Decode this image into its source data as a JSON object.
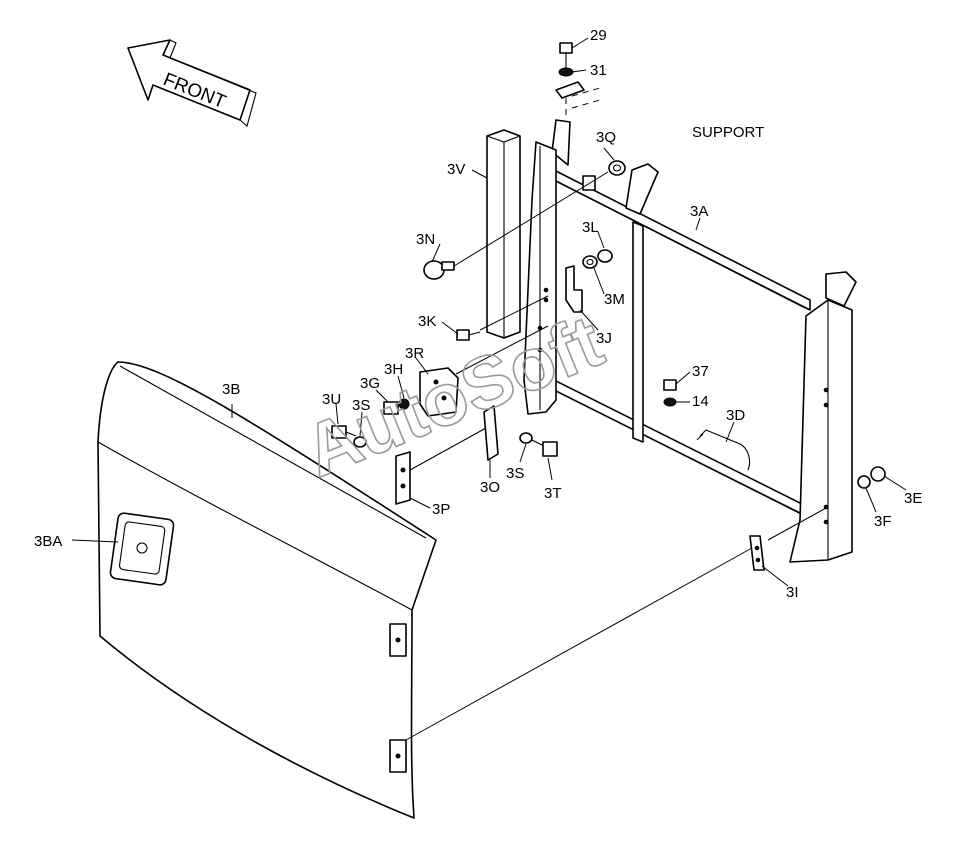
{
  "front_arrow": {
    "text": "FRONT"
  },
  "support_label": "SUPPORT",
  "watermark": "AutoSoft",
  "callouts": [
    {
      "id": "29",
      "text": "29"
    },
    {
      "id": "31",
      "text": "31"
    },
    {
      "id": "3Q",
      "text": "3Q"
    },
    {
      "id": "3V",
      "text": "3V"
    },
    {
      "id": "3A",
      "text": "3A"
    },
    {
      "id": "3L",
      "text": "3L"
    },
    {
      "id": "3N",
      "text": "3N"
    },
    {
      "id": "3M",
      "text": "3M"
    },
    {
      "id": "3K",
      "text": "3K"
    },
    {
      "id": "3J",
      "text": "3J"
    },
    {
      "id": "3R",
      "text": "3R"
    },
    {
      "id": "3H",
      "text": "3H"
    },
    {
      "id": "3G",
      "text": "3G"
    },
    {
      "id": "3B",
      "text": "3B"
    },
    {
      "id": "3U",
      "text": "3U"
    },
    {
      "id": "3S_left",
      "text": "3S"
    },
    {
      "id": "37",
      "text": "37"
    },
    {
      "id": "14",
      "text": "14"
    },
    {
      "id": "3D",
      "text": "3D"
    },
    {
      "id": "3O",
      "text": "3O"
    },
    {
      "id": "3S_right",
      "text": "3S"
    },
    {
      "id": "3T",
      "text": "3T"
    },
    {
      "id": "3P",
      "text": "3P"
    },
    {
      "id": "3E",
      "text": "3E"
    },
    {
      "id": "3F",
      "text": "3F"
    },
    {
      "id": "3BA",
      "text": "3BA"
    },
    {
      "id": "3I",
      "text": "3I"
    }
  ]
}
